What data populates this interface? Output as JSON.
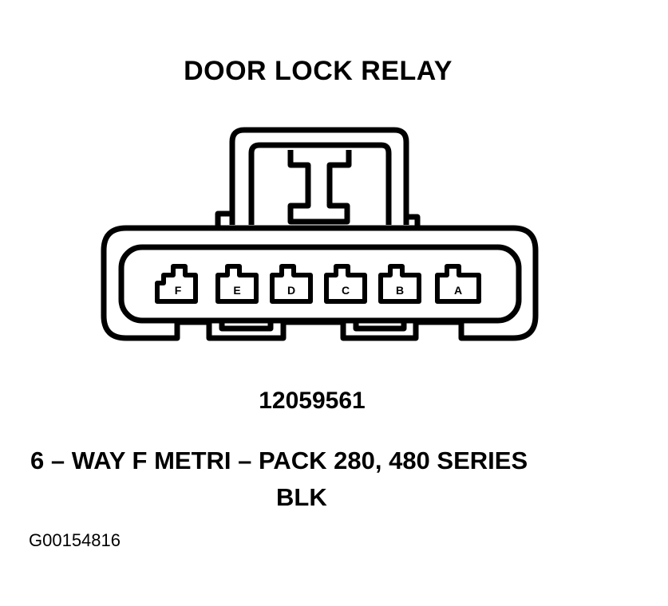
{
  "title": "DOOR LOCK RELAY",
  "part_number": "12059561",
  "description": "6 – WAY F METRI – PACK 280, 480 SERIES",
  "color_code": "BLK",
  "figure_id": "G00154816",
  "pins": [
    "F",
    "E",
    "D",
    "C",
    "B",
    "A"
  ]
}
